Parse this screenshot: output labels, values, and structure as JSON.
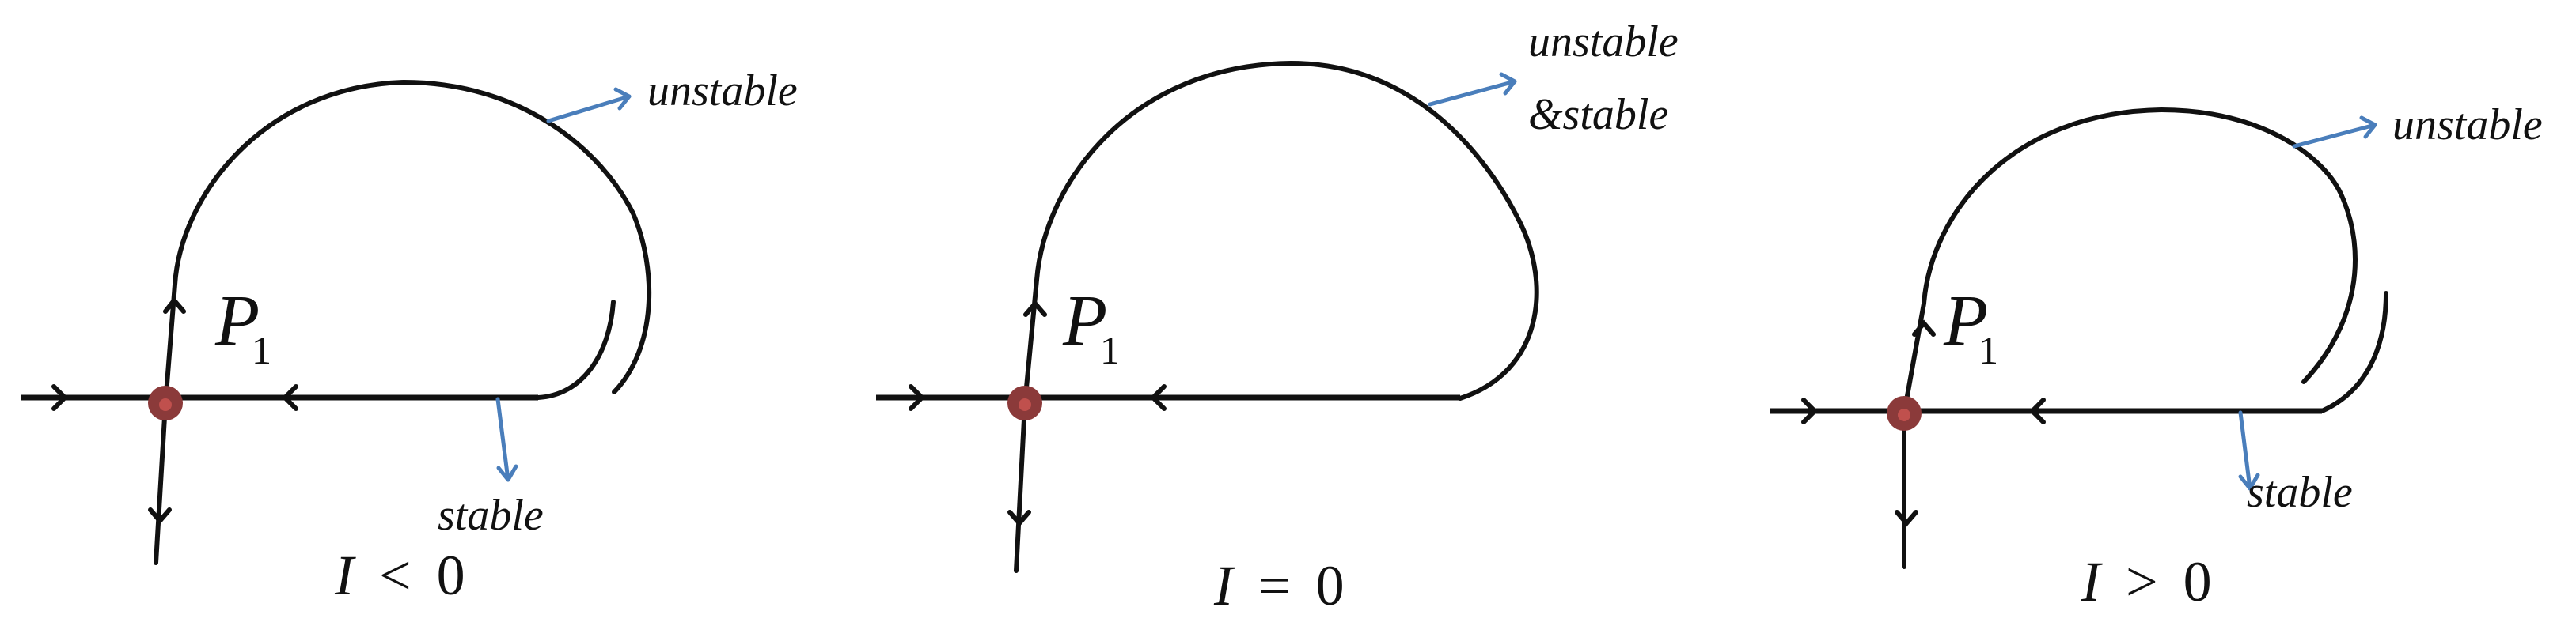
{
  "figure": {
    "description": "Homoclinic loop bifurcation near saddle point P1 for three cases of I",
    "colors": {
      "trajectory": "#111111",
      "pointer": "#4a7ebb",
      "saddle_outer": "#8b3a3a",
      "saddle_inner": "#c0504d",
      "background": "#ffffff"
    }
  },
  "panels": [
    {
      "id": "panel-i-negative",
      "condition": {
        "var": "I",
        "op": "<",
        "value": "0"
      },
      "point_label": {
        "name": "P",
        "subscript": "1"
      },
      "unstable_label": "unstable",
      "stable_label": "stable"
    },
    {
      "id": "panel-i-zero",
      "condition": {
        "var": "I",
        "op": "=",
        "value": "0"
      },
      "point_label": {
        "name": "P",
        "subscript": "1"
      },
      "unstable_label": "unstable",
      "combined_label": "&stable"
    },
    {
      "id": "panel-i-positive",
      "condition": {
        "var": "I",
        "op": ">",
        "value": "0"
      },
      "point_label": {
        "name": "P",
        "subscript": "1"
      },
      "unstable_label": "unstable",
      "stable_label": "stable"
    }
  ]
}
